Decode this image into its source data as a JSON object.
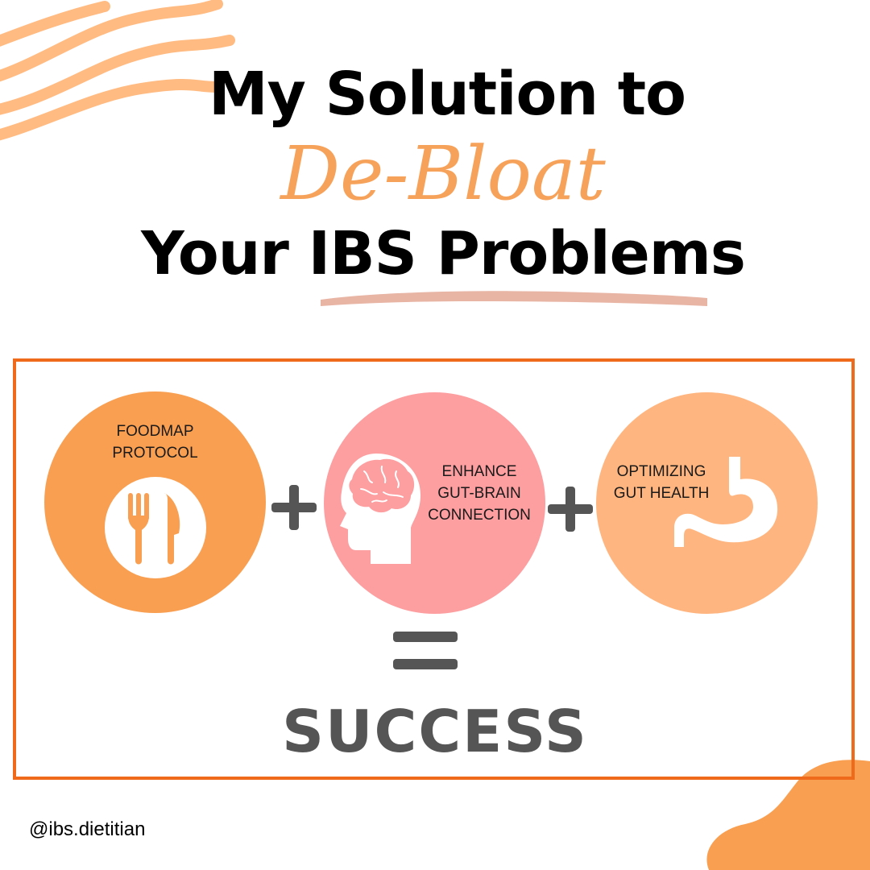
{
  "title": {
    "line1": "My Solution to",
    "line2": "De-Bloat",
    "line3": "Your IBS Problems"
  },
  "steps": [
    {
      "label_line1": "FOODMAP",
      "label_line2": "PROTOCOL",
      "icon": "fork-knife-icon",
      "color": "#f99f52"
    },
    {
      "label_line1": "ENHANCE",
      "label_line2": "GUT-BRAIN",
      "label_line3": "CONNECTION",
      "icon": "head-brain-icon",
      "color": "#fd9ea0"
    },
    {
      "label_line1": "OPTIMIZING",
      "label_line2": "GUT HEALTH",
      "icon": "stomach-icon",
      "color": "#ffb57f"
    }
  ],
  "result": "SUCCESS",
  "handle": "@ibs.dietitian",
  "colors": {
    "accent": "#f7a25a",
    "frame": "#ef6a1a",
    "underline": "#e8b4a4",
    "operator": "#555555"
  }
}
